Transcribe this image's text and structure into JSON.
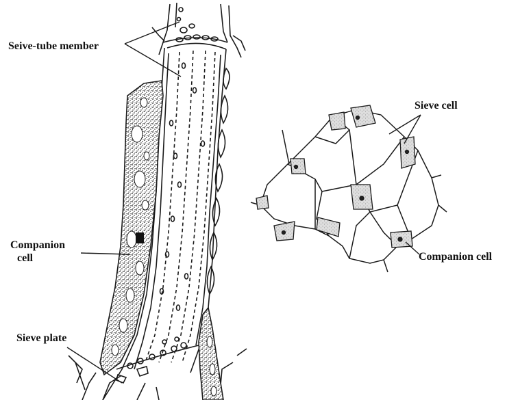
{
  "labels": {
    "sieve_tube_member": "Seive-tube member",
    "companion_cell_line1": "Companion",
    "companion_cell_line2": "cell",
    "sieve_plate": "Sieve plate",
    "sieve_cell": "Sieve cell",
    "companion_cell_right": "Companion cell"
  },
  "colors": {
    "ink": "#1a1a1a",
    "stipple_fill": "#3a3a3a",
    "companion_fill": "#d9d9d9",
    "background": "#ffffff"
  }
}
